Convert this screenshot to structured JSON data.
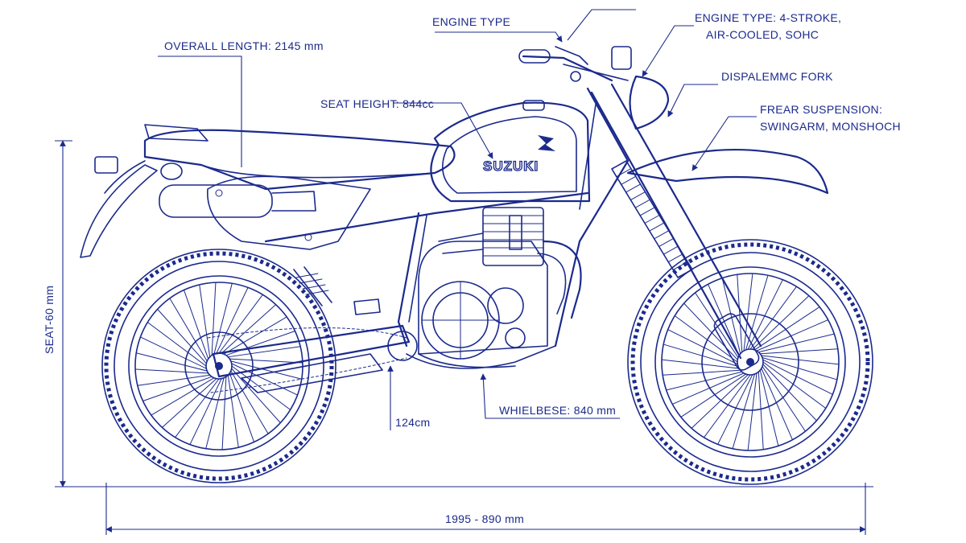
{
  "labels": {
    "overall_length": "OVERALL LENGTH: 2145 mm",
    "engine_type_short": "ENGINE TYPE",
    "engine_type_line1": "ENGINE TYPE: 4-STROKE,",
    "engine_type_line2": "AIR-COOLED, SOHC",
    "displacement_fork": "DISPALEMMC FORK",
    "rear_suspension_line1": "FREAR SUSPENSION:",
    "rear_suspension_line2": "SWINGARM, MONSHOCH",
    "seat_height": "SEAT HEIGHT: 844cc",
    "seat_vertical": "SEAT-60 mm",
    "ground_clearance": "124cm",
    "wheelbase": "WHIELBESE: 840 mm",
    "bottom_dimension": "1995 - 890 mm"
  },
  "tank_brand": "SUZUKI",
  "colors": {
    "ink": "#1b2a8c",
    "background": "#ffffff"
  }
}
